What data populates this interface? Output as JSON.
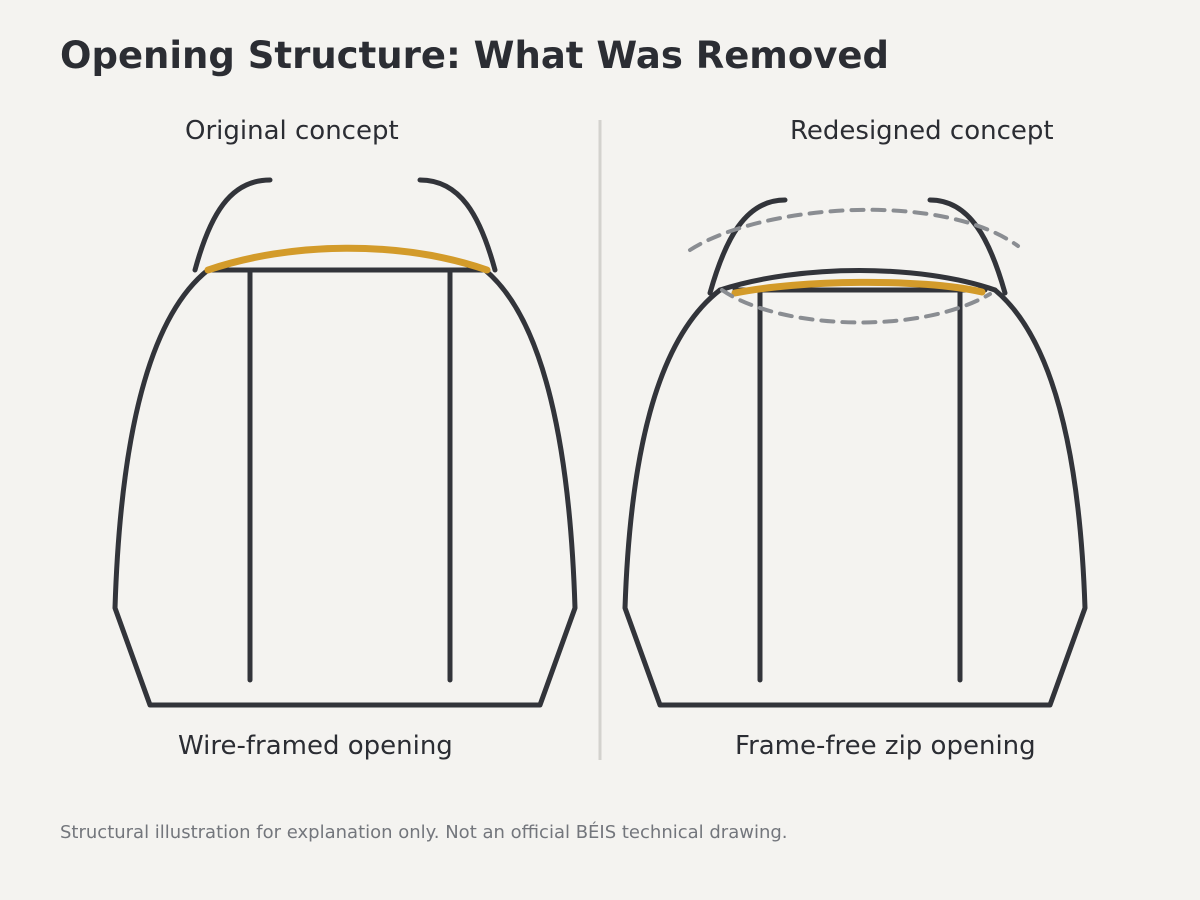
{
  "title": "Opening Structure: What Was Removed",
  "panels": {
    "left": {
      "heading": "Original concept",
      "caption": "Wire-framed opening"
    },
    "right": {
      "heading": "Redesigned concept",
      "caption": "Frame-free zip opening"
    }
  },
  "footnote": "Structural illustration for explanation only. Not an official BÉIS technical drawing.",
  "colors": {
    "background": "#f4f3f0",
    "outline": "#32343a",
    "accent": "#d39b2a",
    "dashed": "#8a8d92",
    "divider": "#d3d2ce"
  }
}
